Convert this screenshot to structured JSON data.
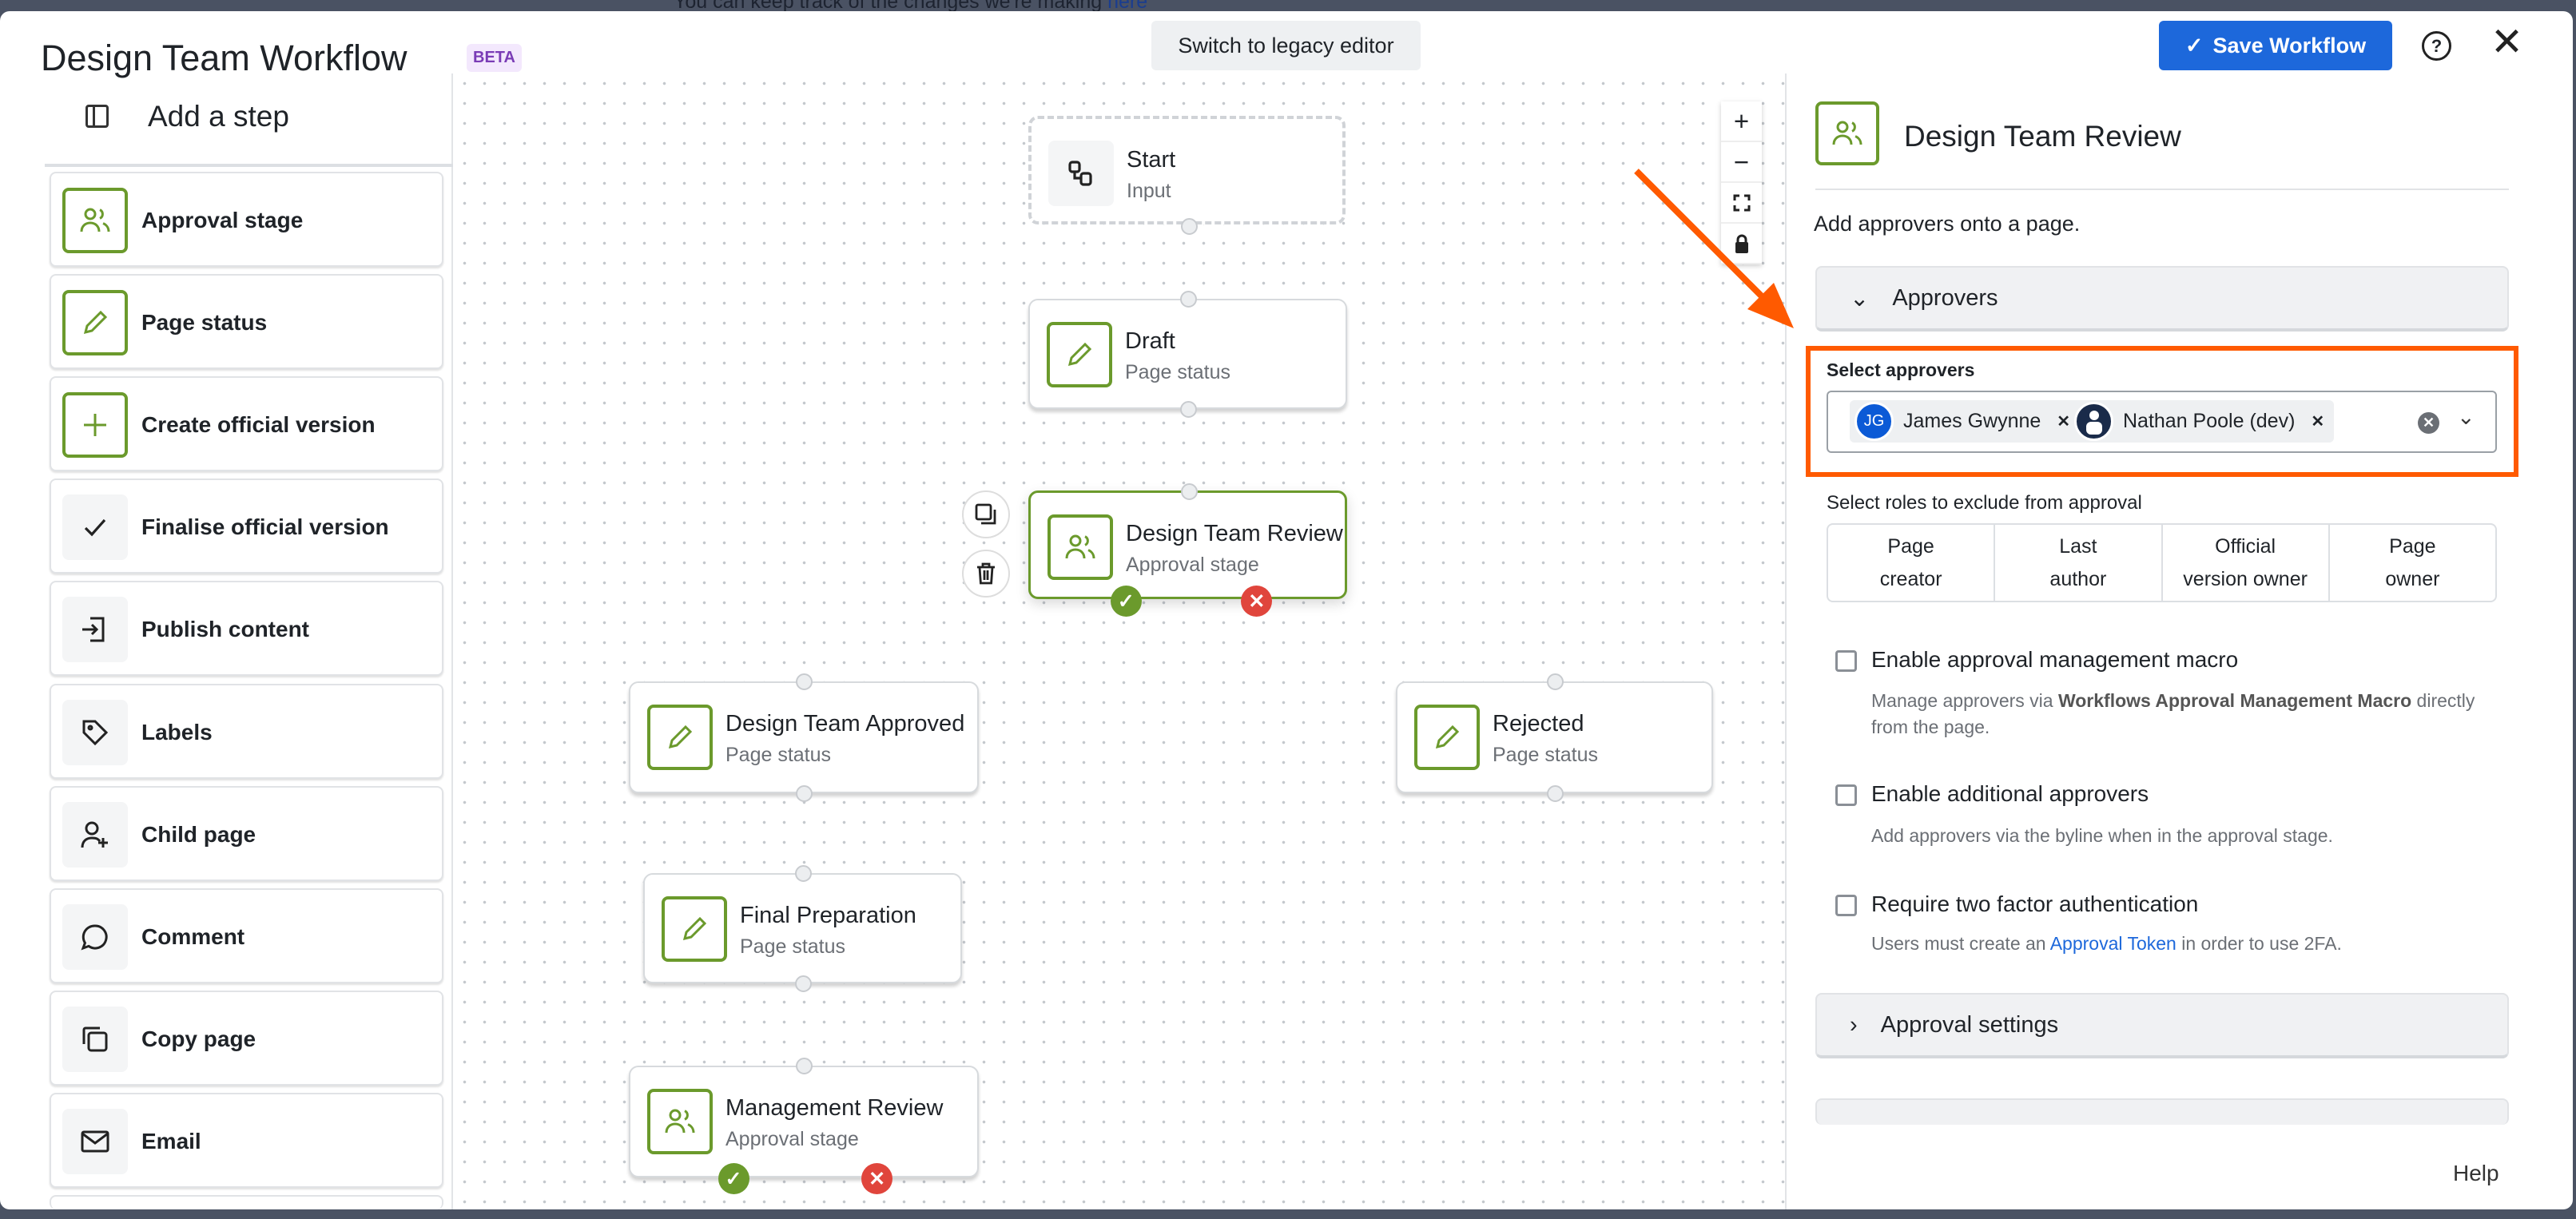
{
  "background_text": "You can keep track of the changes we're making",
  "background_link": "here",
  "header": {
    "title": "Design Team Workflow",
    "badge": "BETA",
    "legacy_button": "Switch to legacy editor",
    "save_button": "Save Workflow"
  },
  "left_panel": {
    "title": "Add a step",
    "items": [
      {
        "label": "Approval stage",
        "icon": "users-icon",
        "accent": true
      },
      {
        "label": "Page status",
        "icon": "pencil-icon",
        "accent": true
      },
      {
        "label": "Create official version",
        "icon": "plus-icon",
        "accent": true
      },
      {
        "label": "Finalise official version",
        "icon": "check-icon",
        "accent": false
      },
      {
        "label": "Publish content",
        "icon": "publish-icon",
        "accent": false
      },
      {
        "label": "Labels",
        "icon": "tag-icon",
        "accent": false
      },
      {
        "label": "Child page",
        "icon": "add-user-icon",
        "accent": false
      },
      {
        "label": "Comment",
        "icon": "comment-icon",
        "accent": false
      },
      {
        "label": "Copy page",
        "icon": "copy-icon",
        "accent": false
      },
      {
        "label": "Email",
        "icon": "mail-icon",
        "accent": false
      }
    ]
  },
  "canvas": {
    "nodes": [
      {
        "title": "Start",
        "subtitle": "Input"
      },
      {
        "title": "Draft",
        "subtitle": "Page status"
      },
      {
        "title": "Design Team Review",
        "subtitle": "Approval stage"
      },
      {
        "title": "Design Team Approved",
        "subtitle": "Page status"
      },
      {
        "title": "Rejected",
        "subtitle": "Page status"
      },
      {
        "title": "Final Preparation",
        "subtitle": "Page status"
      },
      {
        "title": "Management Review",
        "subtitle": "Approval stage"
      }
    ]
  },
  "right_panel": {
    "title": "Design Team Review",
    "description": "Add approvers onto a page.",
    "approvers_section": "Approvers",
    "select_label": "Select approvers",
    "approvers": [
      {
        "initials": "JG",
        "name": "James Gwynne"
      },
      {
        "initials": "",
        "name": "Nathan Poole (dev)"
      }
    ],
    "roles_label": "Select roles to exclude from approval",
    "roles": [
      "Page\ncreator",
      "Last\nauthor",
      "Official\nversion owner",
      "Page\nowner"
    ],
    "options": [
      {
        "label": "Enable approval management macro",
        "desc_pre": "Manage approvers via ",
        "desc_bold": "Workflows Approval Management Macro",
        "desc_post": " directly from the page.",
        "checked": false
      },
      {
        "label": "Enable additional approvers",
        "desc_pre": "Add approvers via the byline when in the approval stage.",
        "checked": false
      },
      {
        "label": "Require two factor authentication",
        "desc_pre": "Users must create an ",
        "desc_link": "Approval Token",
        "desc_post": " in order to use 2FA.",
        "checked": false
      }
    ],
    "settings_section": "Approval settings",
    "help": "Help"
  },
  "colors": {
    "accent_green": "#6b9a2c",
    "primary_blue": "#1d68db",
    "highlight_orange": "#ff5a00",
    "reject_red": "#e0453c"
  }
}
